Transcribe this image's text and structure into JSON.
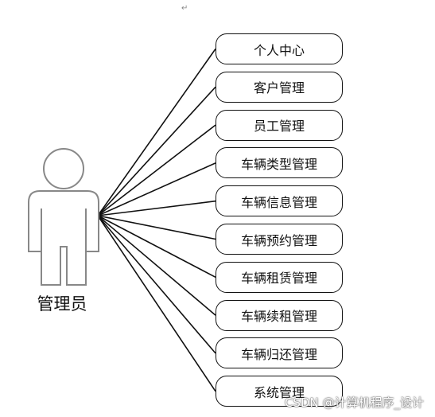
{
  "return_mark": "↵",
  "actor": {
    "label": "管理员"
  },
  "use_cases": [
    "个人中心",
    "客户管理",
    "员工管理",
    "车辆类型管理",
    "车辆信息管理",
    "车辆预约管理",
    "车辆租赁管理",
    "车辆续租管理",
    "车辆归还管理",
    "系统管理"
  ],
  "watermark": "CSDN @计算机程序_设计",
  "colors": {
    "stroke": "#111111",
    "actor_body": "#888888",
    "background": "#ffffff"
  }
}
